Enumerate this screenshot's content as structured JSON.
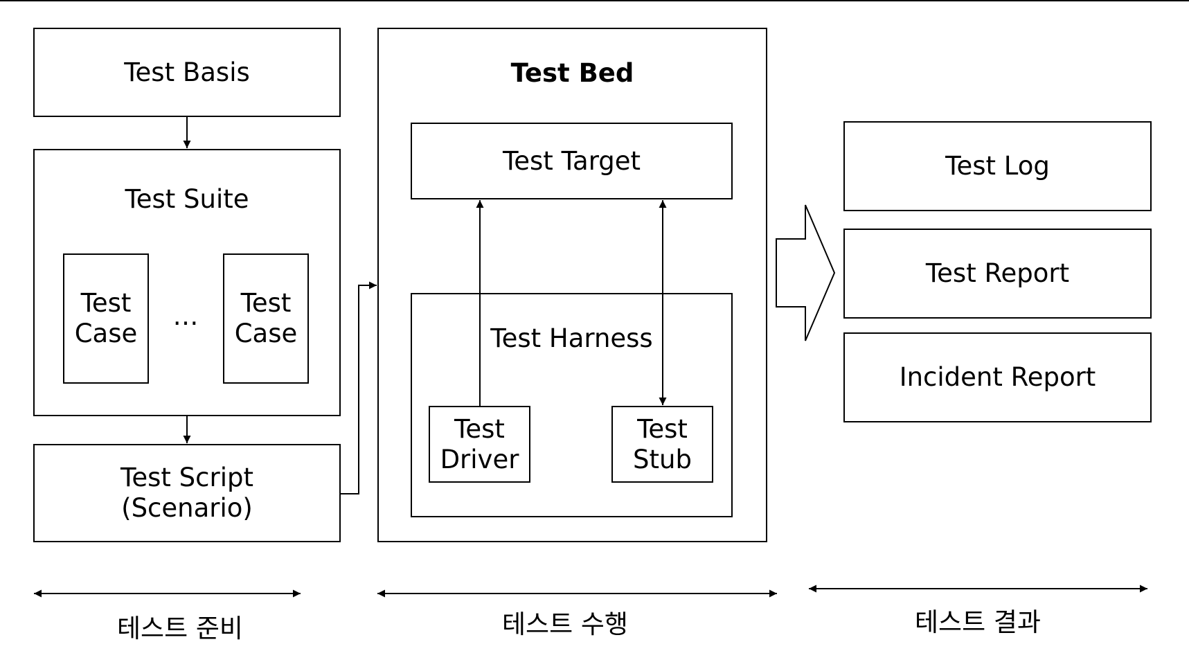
{
  "preparation": {
    "test_basis": "Test Basis",
    "test_suite": {
      "title": "Test Suite",
      "case_left": "Test\nCase",
      "ellipsis": "…",
      "case_right": "Test\nCase"
    },
    "test_script": "Test Script\n(Scenario)"
  },
  "execution": {
    "test_bed_title": "Test Bed",
    "test_target": "Test Target",
    "test_harness": {
      "title": "Test Harness",
      "driver": "Test\nDriver",
      "stub": "Test\nStub"
    }
  },
  "results": {
    "test_log": "Test Log",
    "test_report": "Test Report",
    "incident_report": "Incident Report"
  },
  "phases": {
    "preparation": "테스트 준비",
    "execution": "테스트 수행",
    "result": "테스트 결과"
  }
}
